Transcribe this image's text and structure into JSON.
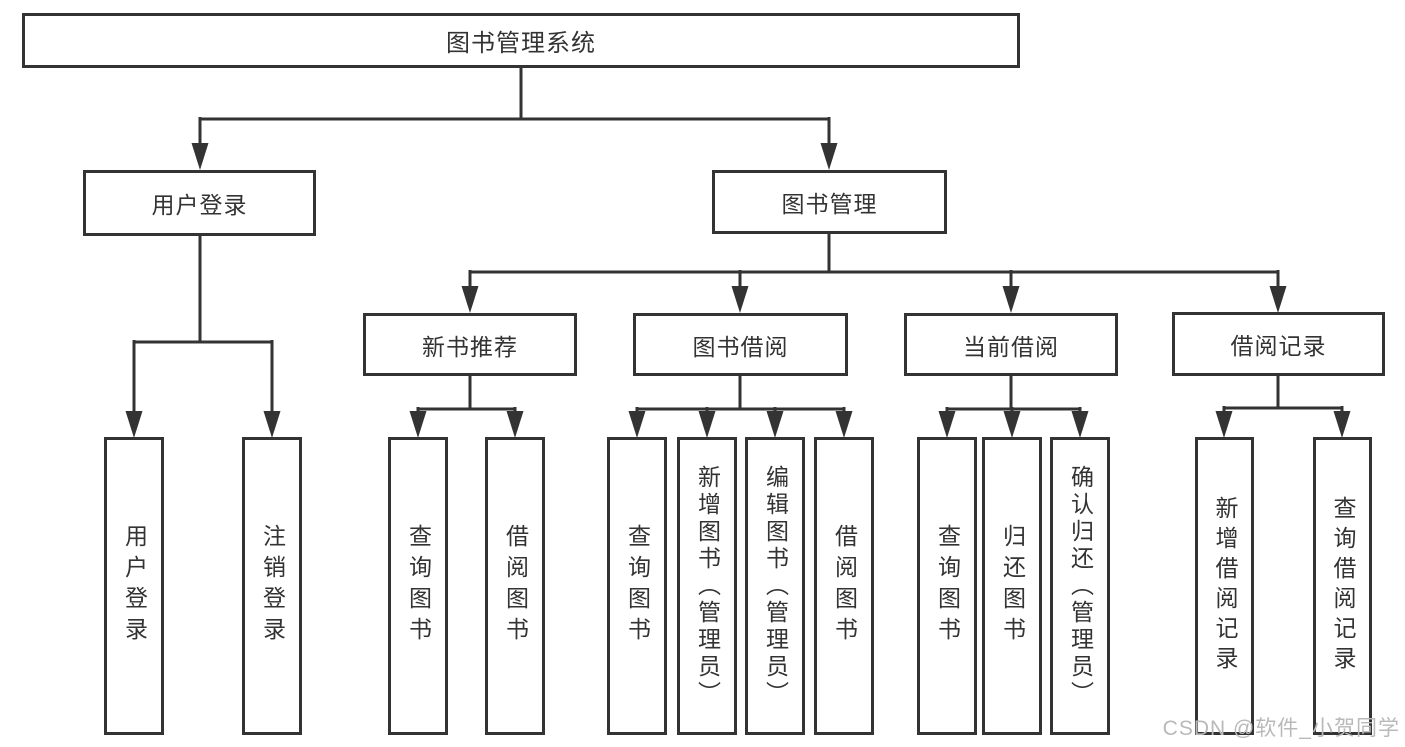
{
  "diagram": {
    "title": "图书管理系统",
    "root": {
      "label": "图书管理系统"
    },
    "branches": [
      {
        "label": "用户登录",
        "children": [
          {
            "label": "用户登录"
          },
          {
            "label": "注销登录"
          }
        ]
      },
      {
        "label": "图书管理",
        "children": [
          {
            "label": "新书推荐",
            "children": [
              {
                "label": "查询图书"
              },
              {
                "label": "借阅图书"
              }
            ]
          },
          {
            "label": "图书借阅",
            "children": [
              {
                "label": "查询图书"
              },
              {
                "label": "新增图书（管理员）"
              },
              {
                "label": "编辑图书（管理员）"
              },
              {
                "label": "借阅图书"
              }
            ]
          },
          {
            "label": "当前借阅",
            "children": [
              {
                "label": "查询图书"
              },
              {
                "label": "归还图书"
              },
              {
                "label": "确认归还（管理员）"
              }
            ]
          },
          {
            "label": "借阅记录",
            "children": [
              {
                "label": "新增借阅记录"
              },
              {
                "label": "查询借阅记录"
              }
            ]
          }
        ]
      }
    ]
  },
  "watermark": "CSDN @软件_小贺同学",
  "colors": {
    "line": "#333333",
    "text": "#333333",
    "background": "#ffffff",
    "watermark": "#b9b9b9"
  }
}
